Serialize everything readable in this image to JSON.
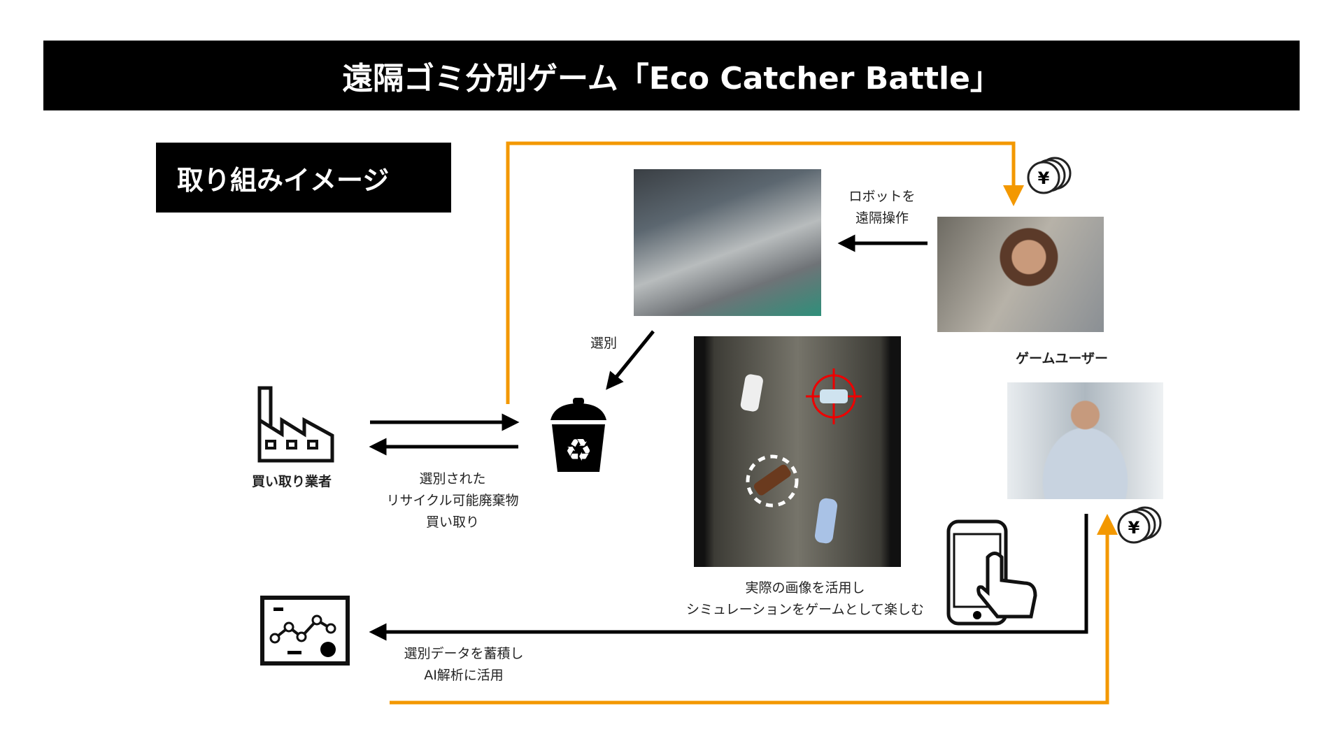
{
  "title": "遠隔ゴミ分別ゲーム「Eco Catcher Battle」",
  "subtitle": "取り組みイメージ",
  "labels": {
    "remote_op": [
      "ロボットを",
      "遠隔操作"
    ],
    "game_user": "ゲームユーザー",
    "sorting": "選別",
    "buyer": "買い取り業者",
    "purchase": [
      "選別された",
      "リサイクル可能廃棄物",
      "買い取り"
    ],
    "simulation": [
      "実際の画像を活用し",
      "シミュレーションをゲームとして楽しむ"
    ],
    "data_ai": [
      "選別データを蓄積し",
      "AI解析に活用"
    ]
  },
  "icons": {
    "coin": "¥"
  },
  "colors": {
    "flow": "#f39800",
    "arrow": "#000000"
  }
}
